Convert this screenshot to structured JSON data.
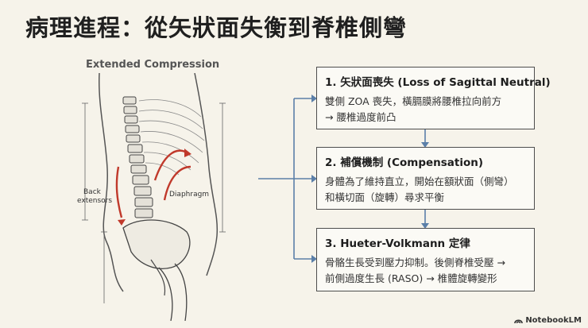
{
  "title": "病理進程：從矢狀面失衡到脊椎側彎",
  "figure": {
    "caption": "Extended Compression",
    "labels": {
      "back_extensors_line1": "Back",
      "back_extensors_line2": "extensors",
      "diaphragm": "Diaphragm"
    }
  },
  "steps": [
    {
      "title": "1. 矢狀面喪失 (Loss of Sagittal Neutral)",
      "line1": "雙側 ZOA 喪失，橫膈膜將腰椎拉向前方",
      "line2": "→ 腰椎過度前凸"
    },
    {
      "title": "2. 補償機制 (Compensation)",
      "line1": "身體為了維持直立，開始在額狀面（側彎）",
      "line2": "和橫切面（旋轉）尋求平衡"
    },
    {
      "title": "3. Hueter-Volkmann 定律",
      "line1": "骨骼生長受到壓力抑制。後側脊椎受壓 →",
      "line2": "前側過度生長 (RASO) → 椎體旋轉變形"
    }
  ],
  "watermark": "NotebookLM",
  "colors": {
    "arrow_blue": "#5b7fa8",
    "muscle_red": "#c0392b",
    "box_border": "#4d4d4d",
    "background": "#f6f3ea"
  }
}
